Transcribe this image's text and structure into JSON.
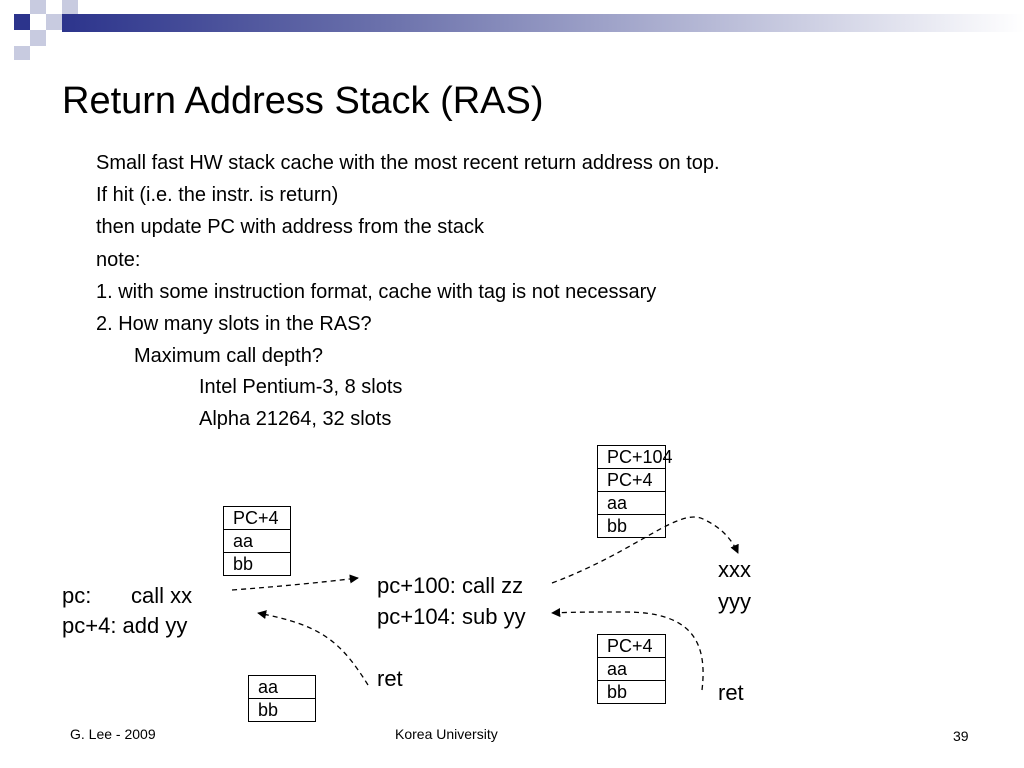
{
  "colors": {
    "accent_dark": "#2c348c",
    "accent_light": "#c8cbe0"
  },
  "slide": {
    "title": "Return Address Stack (RAS)",
    "lines": {
      "l1": "Small fast HW stack cache with the most recent return address on top.",
      "l2": "If hit (i.e. the instr. is return)",
      "l3": "then update PC with address from the stack",
      "l4": " note:",
      "l5": "1. with some instruction format,  cache with tag is not necessary",
      "l6": "2. How many slots in the RAS?",
      "l7": "Maximum call depth?",
      "l8": "Intel Pentium-3, 8 slots",
      "l9": "Alpha 21264, 32 slots"
    }
  },
  "diagram": {
    "left_code": {
      "pc_label": "pc:",
      "pc_instr": "call xx",
      "pc4_line": "pc+4: add yy"
    },
    "middle_code": {
      "line1": "pc+100: call zz",
      "line2": "pc+104: sub yy",
      "ret": "ret"
    },
    "right_code": {
      "line1": "xxx",
      "line2": "yyy",
      "ret": "ret"
    },
    "stack_left_top": [
      "PC+4",
      "aa",
      "bb"
    ],
    "stack_left_bottom": [
      "aa",
      "bb"
    ],
    "stack_right_top": [
      "PC+104",
      "PC+4",
      "aa",
      "bb"
    ],
    "stack_right_bottom": [
      "PC+4",
      "aa",
      "bb"
    ]
  },
  "footer": {
    "author": "G. Lee - 2009",
    "institution": "Korea University",
    "page": "39"
  }
}
